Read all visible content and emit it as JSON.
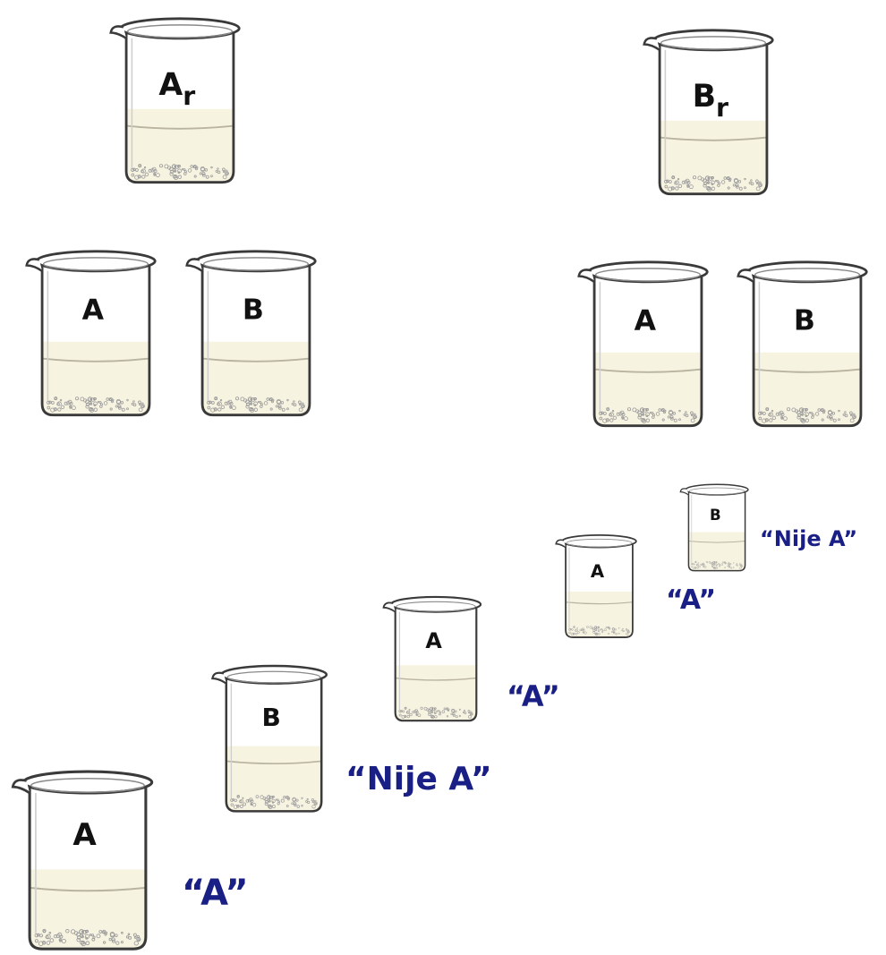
{
  "colors": {
    "caption": "#1a1f86",
    "liquid": "#f7f3e1",
    "glass_outline": "#3a3a3a"
  },
  "reference_beakers": [
    {
      "id": "ref-a",
      "label": "A",
      "subscript": "r"
    },
    {
      "id": "ref-b",
      "label": "B",
      "subscript": "r"
    }
  ],
  "test_beakers_left": [
    {
      "id": "left-a",
      "label": "A"
    },
    {
      "id": "left-b",
      "label": "B"
    }
  ],
  "test_beakers_right": [
    {
      "id": "right-a",
      "label": "A"
    },
    {
      "id": "right-b",
      "label": "B"
    }
  ],
  "sequence": [
    {
      "label": "A",
      "response": "“A”"
    },
    {
      "label": "B",
      "response": "“Nije A”"
    },
    {
      "label": "A",
      "response": "“A”"
    },
    {
      "label": "A",
      "response": "“A”"
    },
    {
      "label": "B",
      "response": "“Nije A”"
    }
  ]
}
